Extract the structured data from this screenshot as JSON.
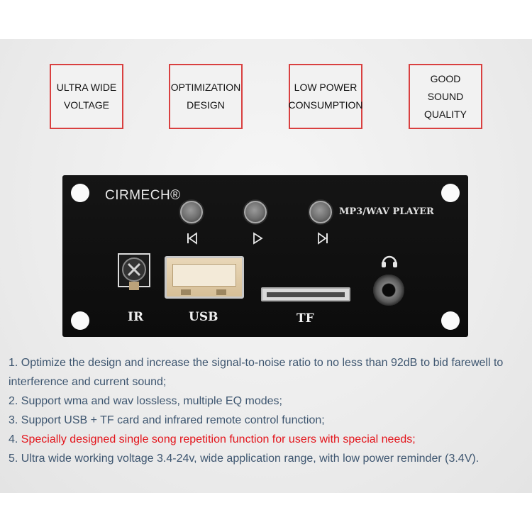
{
  "features": [
    {
      "label": "ULTRA WIDE\nVOLTAGE"
    },
    {
      "label": "OPTIMIZATION\nDESIGN"
    },
    {
      "label": "LOW POWER\nCONSUMPTION"
    },
    {
      "label": "GOOD SOUND\nQUALITY"
    }
  ],
  "board": {
    "brand": "CIRMECH®",
    "subtitle": "MP3/WAV PLAYER",
    "icons": [
      "previous-icon",
      "play-icon",
      "next-icon",
      "headphone-icon"
    ],
    "labels": {
      "ir": "IR",
      "usb": "USB",
      "tf": "TF"
    }
  },
  "specs": [
    {
      "prefix": "1. ",
      "text": "Optimize the design and increase the signal-to-noise ratio to no less than 92dB to bid farewell to interference and current sound;"
    },
    {
      "prefix": "2. ",
      "text": "Support wma and wav lossless, multiple EQ modes;"
    },
    {
      "prefix": "3. ",
      "text": "Support USB + TF card and infrared remote control function;"
    },
    {
      "prefix": "4. ",
      "text": "Specially designed single song repetition function for users with special needs;"
    },
    {
      "prefix": "5. ",
      "text": "Ultra wide working voltage 3.4-24v, wide application range, with low power reminder (3.4V)."
    }
  ],
  "colors": {
    "box_border": "#d94040",
    "spec_text": "#3e5670",
    "highlight": "#e3141b"
  }
}
